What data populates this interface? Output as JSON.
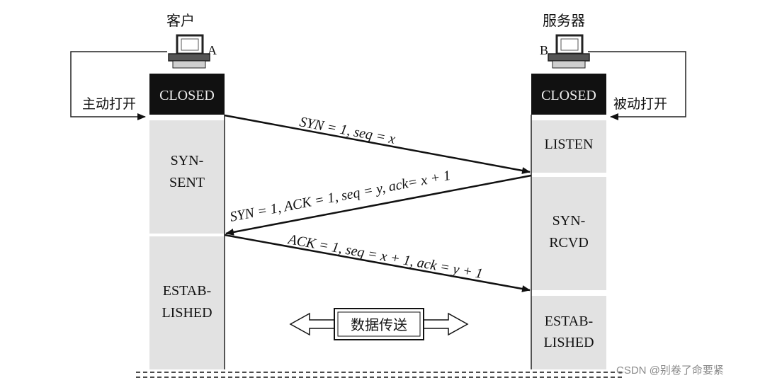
{
  "client": {
    "title": "客户",
    "host_label": "A",
    "active_open": "主动打开",
    "states": [
      "CLOSED",
      "SYN-",
      "SENT",
      "ESTAB-",
      "LISHED"
    ]
  },
  "server": {
    "title": "服务器",
    "host_label": "B",
    "passive_open": "被动打开",
    "states": [
      "CLOSED",
      "LISTEN",
      "SYN-",
      "RCVD",
      "ESTAB-",
      "LISHED"
    ]
  },
  "messages": [
    "SYN = 1, seq = x",
    "SYN = 1, ACK = 1, seq = y, ack= x + 1",
    "ACK = 1, seq = x + 1, ack = y + 1"
  ],
  "data_transfer": "数据传送",
  "watermark": "CSDN @别卷了命要紧",
  "colors": {
    "state_fill": "#e2e2e2",
    "closed_fill": "#111111",
    "line": "#111111"
  }
}
